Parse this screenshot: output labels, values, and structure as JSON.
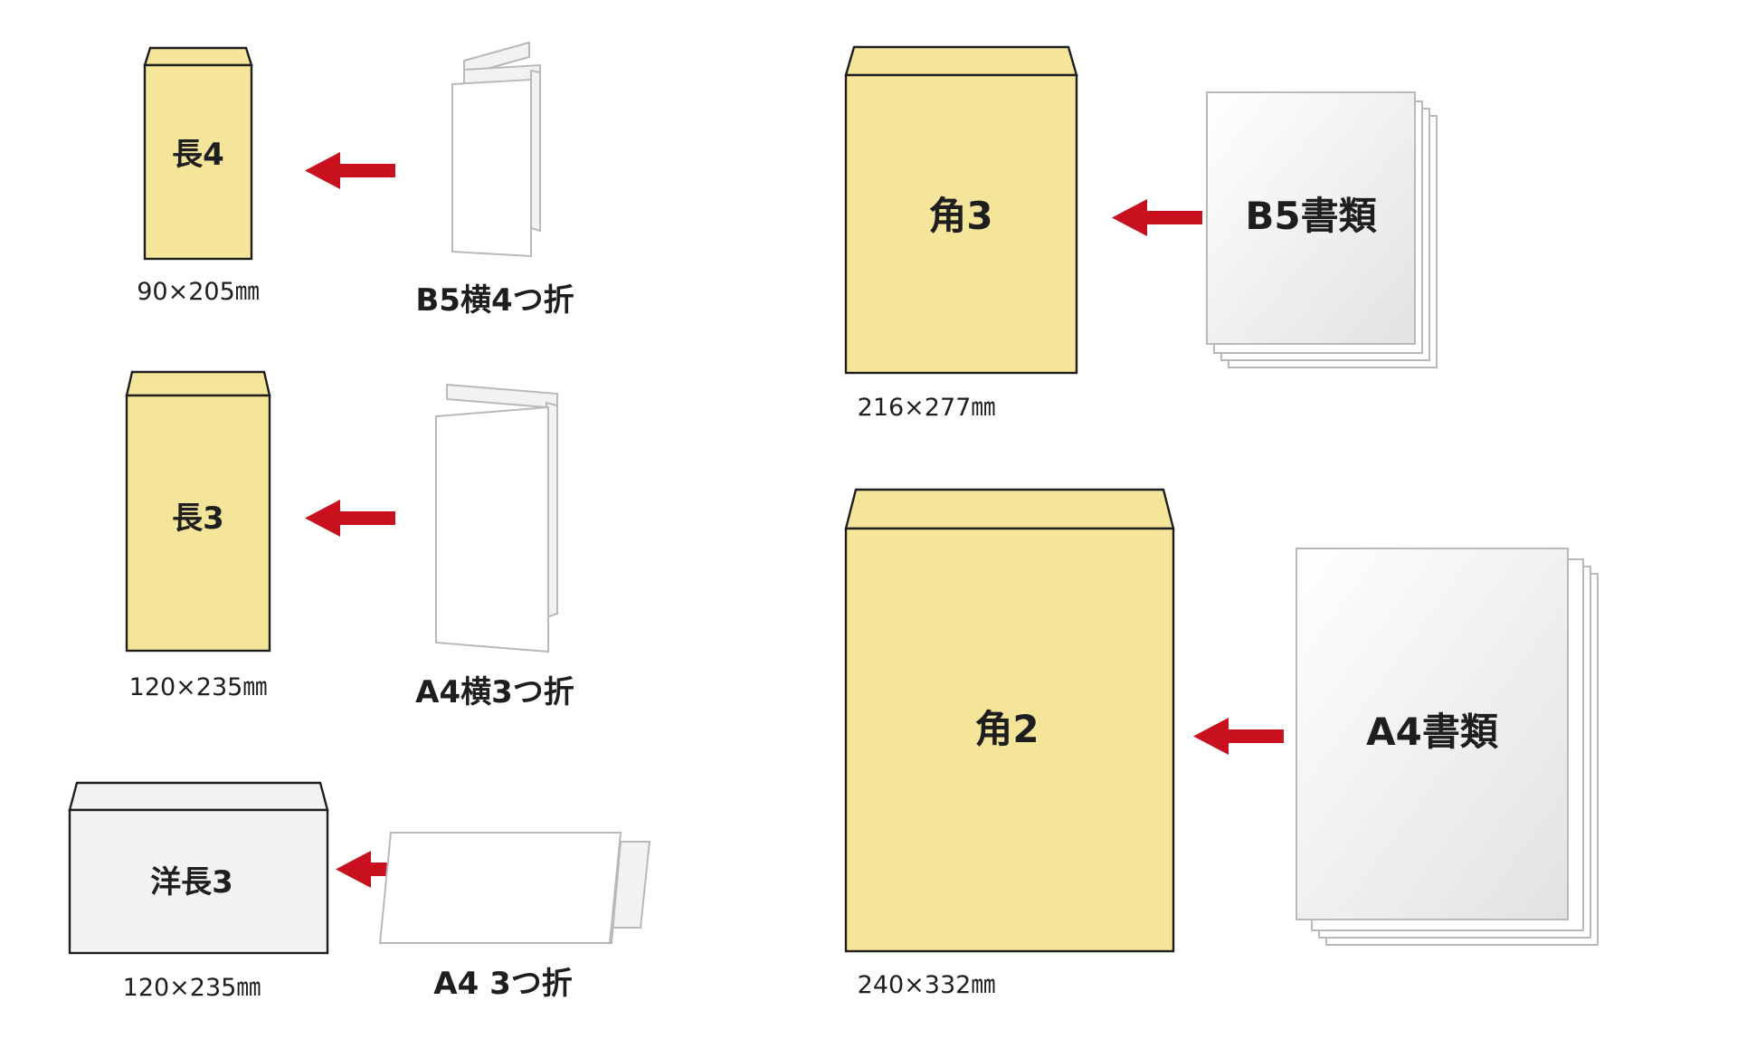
{
  "colors": {
    "kraft": "#f4e59b",
    "white_envelope": "#f2f2f2",
    "arrow": "#c8101e",
    "outline": "#1e1e1e",
    "paper_edge": "#b9b9b9"
  },
  "envelopes": [
    {
      "label": "長4",
      "size": "90×205㎜"
    },
    {
      "label": "長3",
      "size": "120×235㎜"
    },
    {
      "label": "洋長3",
      "size": "120×235㎜"
    },
    {
      "label": "角3",
      "size": "216×277㎜"
    },
    {
      "label": "角2",
      "size": "240×332㎜"
    }
  ],
  "papers": [
    {
      "label": "B5横4つ折"
    },
    {
      "label": "A4横3つ折"
    },
    {
      "label": "A4 3つ折"
    },
    {
      "label": "B5書類"
    },
    {
      "label": "A4書類"
    }
  ],
  "icons": {
    "arrow": "arrow-left-icon"
  }
}
